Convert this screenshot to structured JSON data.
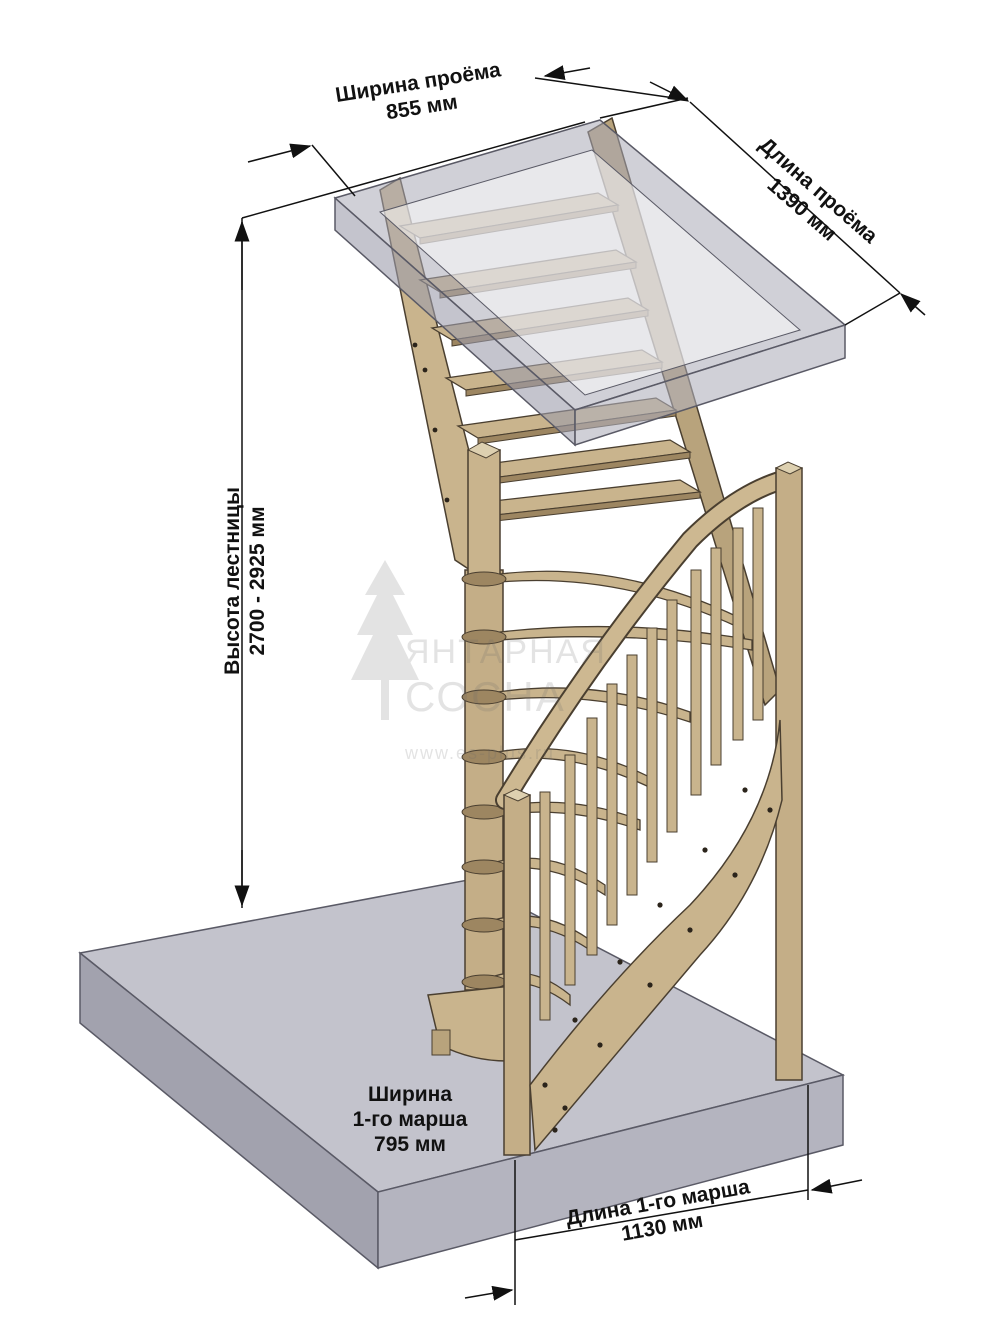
{
  "colors": {
    "wood": "#c9b48d",
    "wood_dark": "#9d8661",
    "wood_edge": "#4a3f30",
    "glass": "#a9a9b6",
    "glass_edge": "#5a5a66",
    "dimension": "#111111"
  },
  "dimensions": {
    "opening_width": {
      "label": "Ширина проёма",
      "value": "855 мм"
    },
    "opening_length": {
      "label": "Длина проёма",
      "value": "1390 мм"
    },
    "stair_height": {
      "label": "Высота лестницы",
      "value": "2700 - 2925 мм"
    },
    "flight_width": {
      "label1": "Ширина",
      "label2": "1-го марша",
      "value": "795 мм"
    },
    "flight_length": {
      "label": "Длина 1-го марша",
      "value": "1130 мм"
    }
  },
  "watermark": {
    "line1": "ЯНТАРНАЯ",
    "line2": "СОСНА",
    "url": "www.es-plus.ru"
  }
}
